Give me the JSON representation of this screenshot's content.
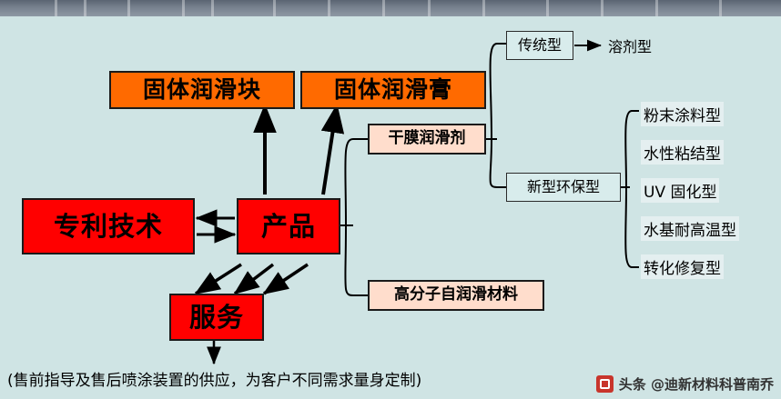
{
  "diagram": {
    "title_nodes": {
      "solid_block": "固体润滑块",
      "solid_paste": "固体润滑膏",
      "patent": "专利技术",
      "product": "产品",
      "service": "服务"
    },
    "mid_nodes": {
      "dry_film": "干膜润滑剂",
      "polymer": "高分子自润滑材料"
    },
    "type_nodes": {
      "traditional": "传统型",
      "eco": "新型环保型"
    },
    "traditional_branch": [
      "溶剂型"
    ],
    "eco_branch": [
      "粉末涂料型",
      "水性粘结型",
      "UV 固化型",
      "水基耐高温型",
      "转化修复型"
    ],
    "caption": "(售前指导及售后喷涂装置的供应，为客户不同需求量身定制)"
  },
  "watermark": {
    "label": "头条 @迪新材料科普南乔",
    "logo_name": "toutiao-logo"
  },
  "colors": {
    "background": "#cfe4e4",
    "orange_node": "#ff6a00",
    "red_node": "#ff0000",
    "pale_node": "#ffddcc",
    "outline": "#1a1a1a"
  }
}
